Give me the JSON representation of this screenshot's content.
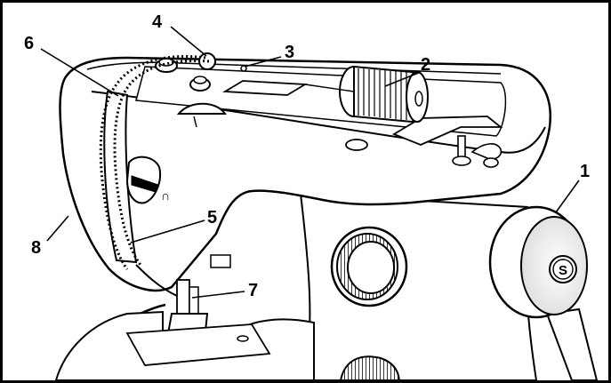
{
  "diagram": {
    "callouts": [
      {
        "id": "1",
        "label": "1"
      },
      {
        "id": "2",
        "label": "2"
      },
      {
        "id": "3",
        "label": "3"
      },
      {
        "id": "4",
        "label": "4"
      },
      {
        "id": "5",
        "label": "5"
      },
      {
        "id": "6",
        "label": "6"
      },
      {
        "id": "7",
        "label": "7"
      },
      {
        "id": "8",
        "label": "8"
      }
    ],
    "handwheel_logo": "S",
    "colors": {
      "line": "#000000",
      "fill": "#ffffff",
      "shade": "#e6e6e6"
    }
  }
}
